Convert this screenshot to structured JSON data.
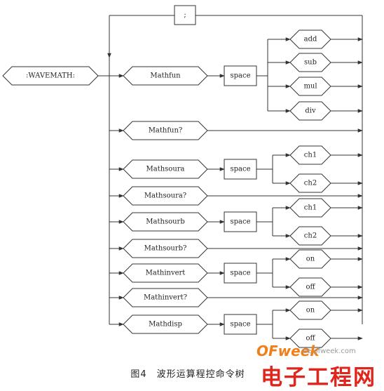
{
  "diagram": {
    "root": ":WAVEMATH:",
    "separator": ";",
    "space_label": "space",
    "commands": [
      {
        "name": "Mathfun",
        "options": [
          "add",
          "sub",
          "mul",
          "div"
        ]
      },
      {
        "name": "Mathfun?",
        "options": []
      },
      {
        "name": "Mathsoura",
        "options": [
          "ch1",
          "ch2"
        ]
      },
      {
        "name": "Mathsoura?",
        "options": []
      },
      {
        "name": "Mathsourb",
        "options": [
          "ch1",
          "ch2"
        ]
      },
      {
        "name": "Mathsourb?",
        "options": []
      },
      {
        "name": "Mathinvert",
        "options": [
          "on",
          "off"
        ]
      },
      {
        "name": "Mathinvert?",
        "options": []
      },
      {
        "name": "Mathdisp",
        "options": [
          "on",
          "off"
        ]
      }
    ]
  },
  "caption": "图4　波形运算程控命令树",
  "watermark": {
    "logo": "OFweek",
    "url": "ee.ofweek.com",
    "site": "电子工程网"
  }
}
